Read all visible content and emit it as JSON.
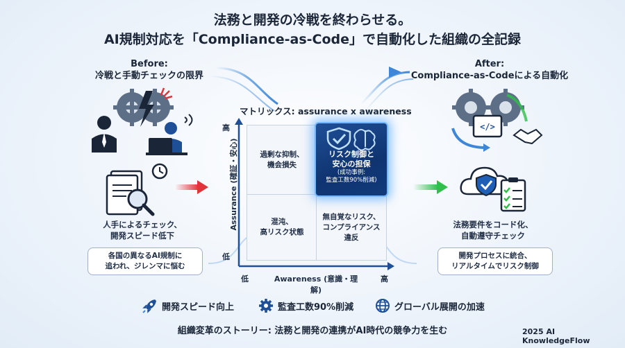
{
  "title_line1": "法務と開発の冷戦を終わらせる。",
  "title_line2": "AI規制対応を「Compliance-as-Code」で自動化した組織の全記録",
  "before": {
    "heading1": "Before:",
    "heading2": "冷戦と手動チェックの限界",
    "caption1": "人手によるチェック、",
    "caption2": "開発スピード低下",
    "note1": "各国の異なるAI規制に",
    "note2": "追われ、ジレンマに悩む"
  },
  "after": {
    "heading1": "After:",
    "heading2": "Compliance-as-Codeによる自動化",
    "caption1": "法務要件をコード化、",
    "caption2": "自動遵守チェック",
    "note1": "開発プロセスに統合、",
    "note2": "リアルタイムでリスク制御"
  },
  "matrix": {
    "title": "マトリックス: assurance x awareness",
    "y_label": "Assurance (確証・安心)",
    "x_label": "Awareness (意識・理解)",
    "y_high": "高",
    "y_low": "低",
    "x_low": "低",
    "x_high": "高",
    "top_left_1": "過剰な抑制、",
    "top_left_2": "機会損失",
    "top_right_1": "リスク制御と",
    "top_right_2": "安心の担保",
    "top_right_3": "(成功事例:",
    "top_right_4": "監査工数90%削減)",
    "bottom_left_1": "混沌、",
    "bottom_left_2": "高リスク状態",
    "bottom_right_1": "無自覚なリスク、",
    "bottom_right_2": "コンプライアンス",
    "bottom_right_3": "違反"
  },
  "benefits": [
    {
      "label": "開発スピード向上",
      "icon": "rocket-icon"
    },
    {
      "label": "監査工数90%削減",
      "icon": "gear-icon"
    },
    {
      "label": "グローバル展開の加速",
      "icon": "globe-icon"
    }
  ],
  "bottom_line": "組織変革のストーリー: 法務と開発の連携がAI時代の競争力を生む",
  "credit": "2025 AI KnowledgeFlow",
  "colors": {
    "accent_blue": "#1f5fb5",
    "navy": "#0f3470",
    "red_arrow": "#e0343a",
    "green_arrow": "#2fbf4a",
    "glow": "#74b6ff"
  }
}
